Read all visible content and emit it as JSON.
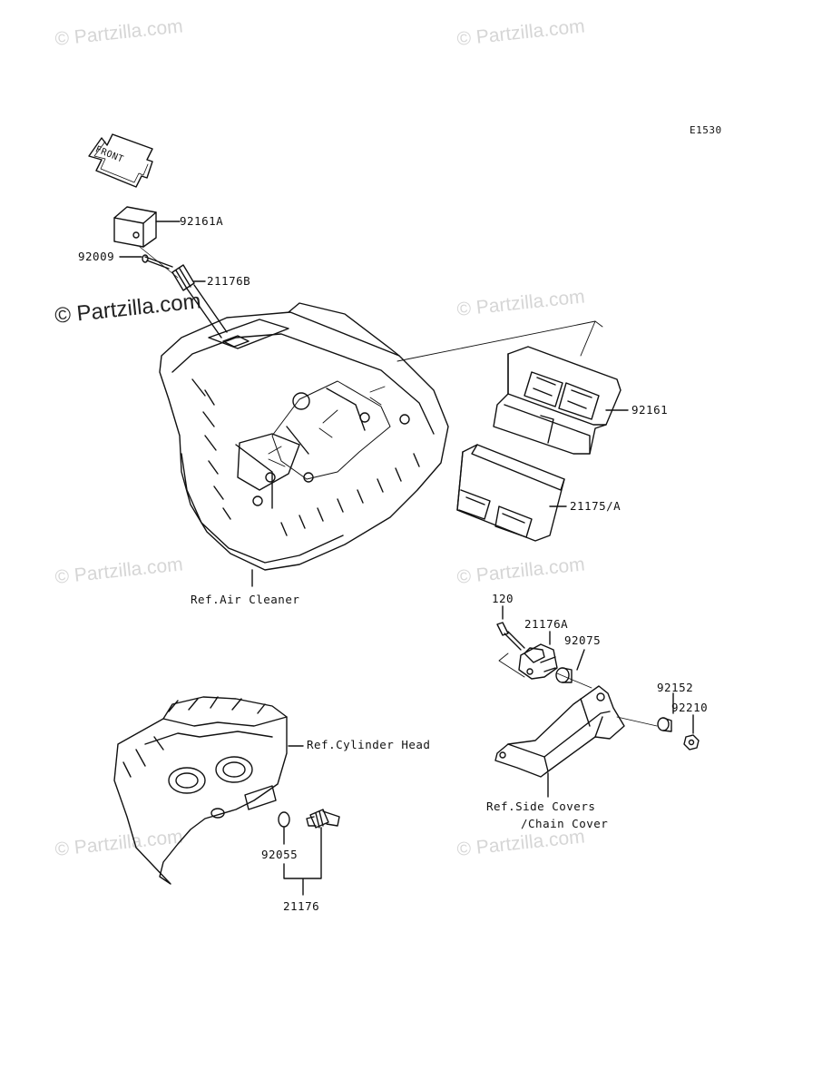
{
  "diagram": {
    "code": "E1530",
    "front_arrow": "FRONT",
    "parts": {
      "p92161A": "92161A",
      "p92009": "92009",
      "p21176B": "21176B",
      "p92161": "92161",
      "p21175A": "21175/A",
      "p120": "120",
      "p21176A": "21176A",
      "p92075": "92075",
      "p92152": "92152",
      "p92210": "92210",
      "p92055": "92055",
      "p21176": "21176"
    },
    "refs": {
      "air_cleaner": "Ref.Air Cleaner",
      "cylinder_head": "Ref.Cylinder Head",
      "side_covers_1": "Ref.Side Covers",
      "side_covers_2": "/Chain Cover"
    }
  },
  "watermark": {
    "text": "© Partzilla.com"
  }
}
